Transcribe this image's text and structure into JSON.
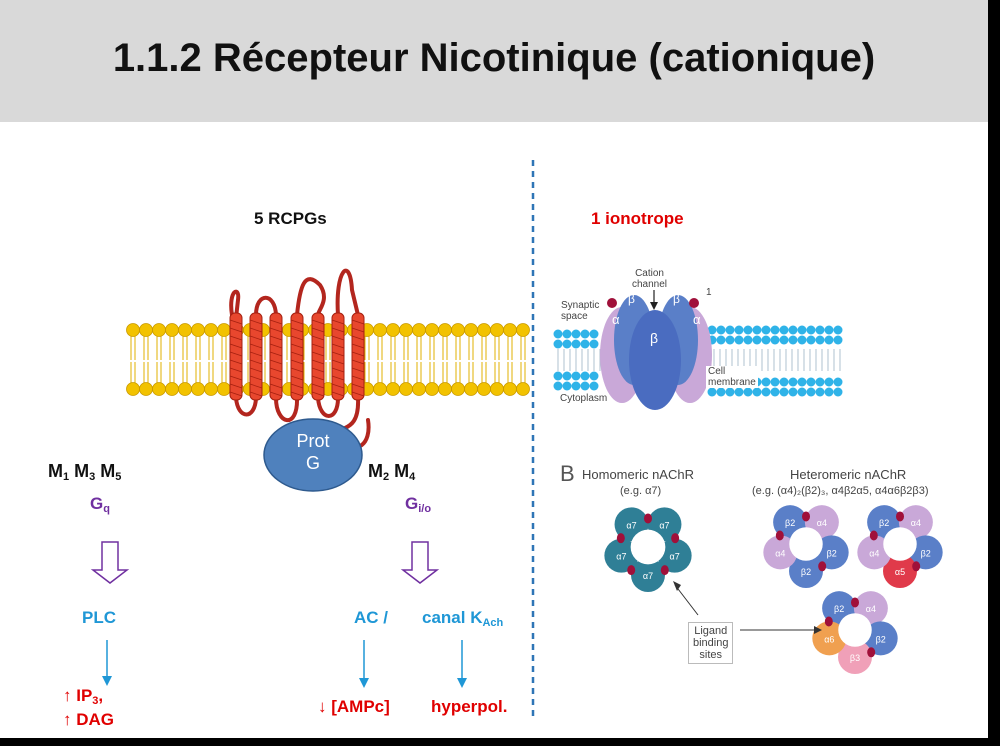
{
  "title": "1.1.2 Récepteur Nicotinique (cationique)",
  "left": {
    "heading": "5 RCPGs",
    "protein_g": [
      "Prot",
      "G"
    ],
    "group1": {
      "m_a": "M",
      "m_a_sub": "1",
      "m_b": "M",
      "m_b_sub": "3",
      "m_c": "M",
      "m_c_sub": "5",
      "g": "G",
      "g_sub": "q"
    },
    "group2": {
      "m_a": "M",
      "m_a_sub": "2",
      "m_b": "M",
      "m_b_sub": "4",
      "g": "G",
      "g_sub": "i/o"
    },
    "plc": "PLC",
    "ac": "AC /",
    "canal": "canal K",
    "canal_sub": "Ach",
    "ip3": "IP",
    "ip3_sub": "3",
    "ip3_tail": ",",
    "dag": "DAG",
    "ampc": "[AMPc]",
    "hyperpol": "hyperpol.",
    "arrow_up": "↑",
    "arrow_down": "↓"
  },
  "right": {
    "heading": "1 ionotrope",
    "cation_channel": [
      "Cation",
      "channel"
    ],
    "synaptic_space": [
      "Synaptic",
      "space"
    ],
    "cytoplasm": "Cytoplasm",
    "cell_membrane": [
      "Cell",
      "membrane"
    ],
    "channel_mark": "1",
    "alpha": "α",
    "beta": "β",
    "panel_letter": "B",
    "homomeric": "Homomeric nAChR",
    "homomeric_eg": "(e.g. α7)",
    "heteromeric": "Heteromeric nAChR",
    "heteromeric_eg": "(e.g. (α4)₂(β2)₃, α4β2α5, α4α6β2β3)",
    "ligand": [
      "Ligand",
      "binding",
      "sites"
    ],
    "homo_subunits": [
      "α7",
      "α7",
      "α7",
      "α7",
      "α7"
    ],
    "hetero1_subunits": [
      "β2",
      "α4",
      "β2",
      "β2",
      "α4"
    ],
    "hetero2_subunits": [
      "β2",
      "α4",
      "β2",
      "α5",
      "α4"
    ],
    "hetero3_subunits": [
      "β2",
      "α4",
      "β2",
      "β3",
      "α6"
    ]
  },
  "colors": {
    "header_bg": "#d9d9d9",
    "lipid_head": "#f2c200",
    "helix": "#e8472e",
    "loop": "#b3261e",
    "prot_g": "#4f81bd",
    "purple": "#7030a0",
    "cyan": "#1f97d6",
    "red": "#e00000",
    "membrane_blue": "#2fb3e8",
    "alpha7": "#2f7f96",
    "beta2": "#5a7fc8",
    "alpha4": "#c9a8d8",
    "alpha5": "#e03a4a",
    "alpha6": "#f0a050",
    "beta3": "#f0a0b8",
    "binding": "#a0103a"
  }
}
